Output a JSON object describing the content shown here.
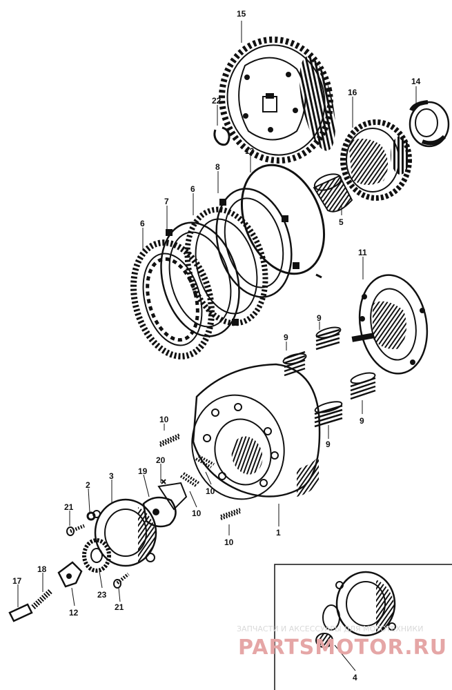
{
  "callouts": {
    "c1": "1",
    "c2": "2",
    "c3": "3",
    "c4": "4",
    "c5": "5",
    "c6a": "6",
    "c6b": "6",
    "c7": "7",
    "c8": "8",
    "c9a": "9",
    "c9b": "9",
    "c9c": "9",
    "c9d": "9",
    "c10a": "10",
    "c10b": "10",
    "c10c": "10",
    "c10d": "10",
    "c11": "11",
    "c12": "12",
    "c13": "13",
    "c14": "14",
    "c15": "15",
    "c16": "16",
    "c17": "17",
    "c18": "18",
    "c19": "19",
    "c20": "20",
    "c21a": "21",
    "c21b": "21",
    "c22": "22",
    "c23": "23"
  },
  "watermark": {
    "tagline": "ЗАПЧАСТИ И АКСЕССУАРЫ ДЛЯ МОТОТЕХНИКИ",
    "logo": "PARTSMOTOR.RU"
  },
  "colors": {
    "ink": "#111111",
    "watermark_logo": "#e5a6a6",
    "watermark_text": "#d9d9d9",
    "background": "#ffffff"
  }
}
